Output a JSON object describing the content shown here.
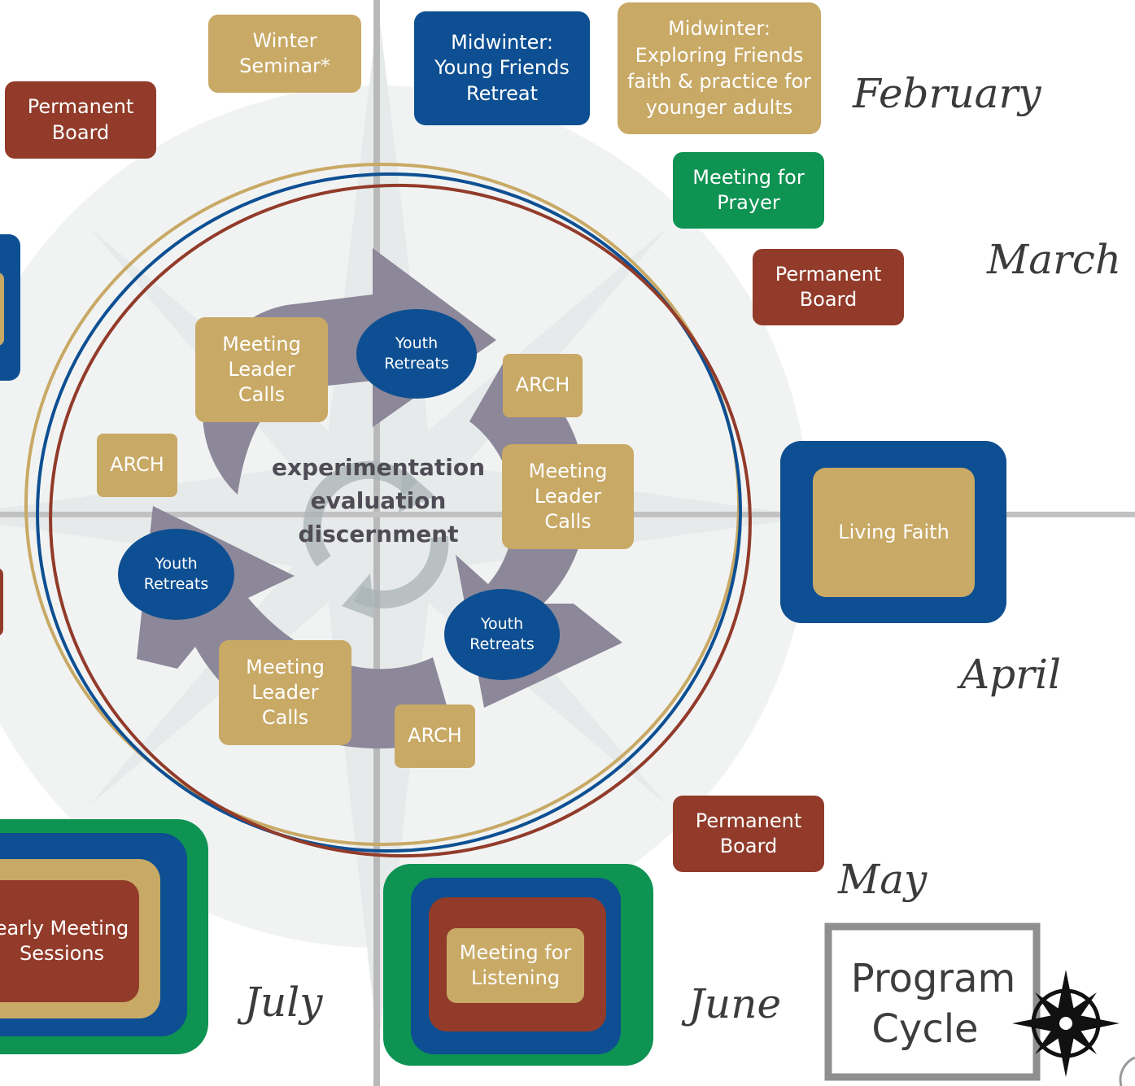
{
  "diagram": {
    "center_text": [
      "experimentation",
      "evaluation",
      "discernment"
    ],
    "months": {
      "february": "February",
      "march": "March",
      "april": "April",
      "may": "May",
      "june": "June",
      "july": "July"
    },
    "events": {
      "winter_seminar": "Winter Seminar*",
      "midwinter_young_friends": "Midwinter: Young Friends Retreat",
      "midwinter_exploring": "Midwinter: Exploring Friends faith & practice for younger adults",
      "permanent_board_top": "Permanent Board",
      "meeting_for_prayer": "Meeting for Prayer",
      "permanent_board_march": "Permanent Board",
      "living_faith": "Living Faith",
      "permanent_board_may": "Permanent Board",
      "meeting_for_listening": "Meeting for Listening",
      "yearly_meeting_sessions": "early Meeting Sessions"
    },
    "cycle": {
      "meeting_leader_calls": "Meeting Leader Calls",
      "youth_retreats": "Youth Retreats",
      "arch": "ARCH"
    },
    "program_cycle": {
      "line1": "Program",
      "line2": "Cycle"
    },
    "colors": {
      "tan": "#c8a965",
      "navy": "#0d4f92",
      "rust": "#923b2a",
      "green": "#0e9352",
      "arrow": "#8c8799"
    }
  }
}
